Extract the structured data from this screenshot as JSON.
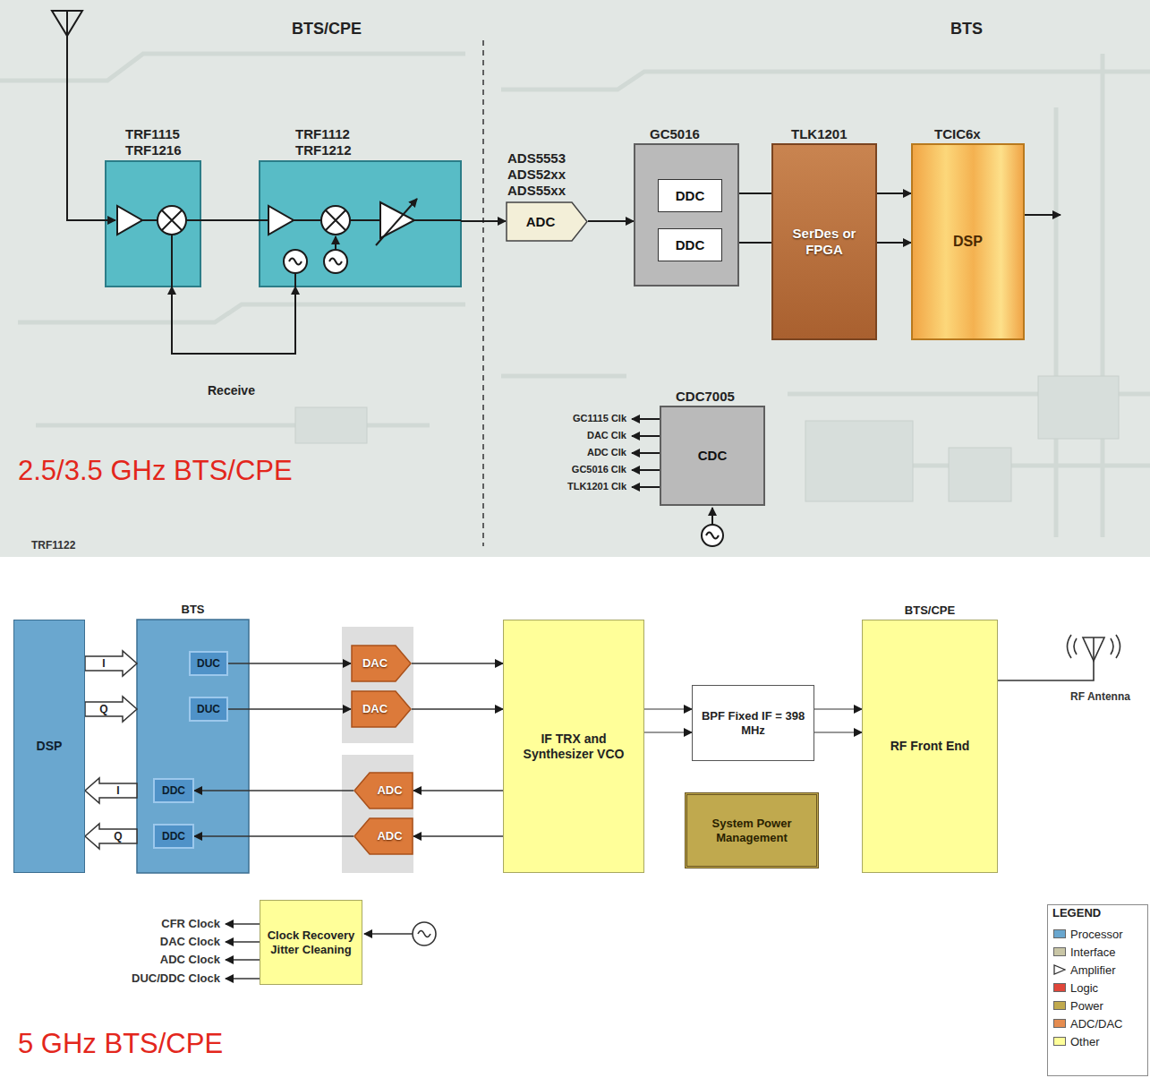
{
  "diagram": {
    "nodes": [
      {
        "text": [
          "TRF1115 TRF1216"
        ]
      },
      {
        "text": [
          "TRF1112 TRF1212"
        ]
      },
      {
        "text": [
          "ADS5553 ADS52xx ADS55xx",
          "ADC"
        ]
      },
      {
        "text": [
          "GC5016"
        ]
      },
      {
        "text": [
          "DDC"
        ],
        "in": 3
      },
      {
        "text": [
          "DDC"
        ],
        "in": 3
      },
      {
        "text": [
          "TLK1201",
          "SerDes or FPGA"
        ]
      },
      {
        "text": [
          "TCIC6x",
          "DSP"
        ]
      },
      {
        "text": [
          "CDC7005",
          "CDC"
        ]
      },
      {
        "text": [
          "DSP"
        ]
      },
      {
        "text": [
          "BTS"
        ]
      },
      {
        "text": [
          "DUC"
        ],
        "in": 10
      },
      {
        "text": [
          "DUC"
        ],
        "in": 10
      },
      {
        "text": [
          "DDC"
        ],
        "in": 10
      },
      {
        "text": [
          "DDC"
        ],
        "in": 10
      },
      {
        "text": [
          "DAC"
        ]
      },
      {
        "text": [
          "DAC"
        ]
      },
      {
        "text": [
          "ADC"
        ]
      },
      {
        "text": [
          "ADC"
        ]
      },
      {
        "text": [
          "IF TRX and Synthesizer VCO"
        ]
      },
      {
        "text": [
          "BPF Fixed IF = 398 MHz"
        ]
      },
      {
        "text": [
          "System Power Management"
        ]
      },
      {
        "text": [
          "BTS/CPE",
          "RF Front End"
        ]
      },
      {
        "text": [
          "Clock Recovery Jitter Cleaning"
        ]
      }
    ],
    "edges": [
      {
        "from": 0,
        "to": 1,
        "arrow": "none"
      },
      {
        "from": 1,
        "to": 0,
        "arrow": "both"
      },
      {
        "from": 1,
        "to": 2,
        "arrow": "to"
      },
      {
        "from": 2,
        "to": 3,
        "arrow": "to"
      },
      {
        "from": 4,
        "to": 6,
        "arrow": "none"
      },
      {
        "from": 5,
        "to": 6,
        "arrow": "none"
      },
      {
        "from": 6,
        "to": 7,
        "arrow": "to"
      },
      {
        "from": 6,
        "to": 7,
        "arrow": "to"
      },
      {
        "from": 9,
        "to": 10,
        "arrow": "to",
        "label": "I"
      },
      {
        "from": 9,
        "to": 10,
        "arrow": "to",
        "label": "Q"
      },
      {
        "from": 10,
        "to": 9,
        "arrow": "to",
        "label": "I"
      },
      {
        "from": 10,
        "to": 9,
        "arrow": "to",
        "label": "Q"
      },
      {
        "from": 11,
        "to": 15,
        "arrow": "to"
      },
      {
        "from": 12,
        "to": 16,
        "arrow": "to"
      },
      {
        "from": 15,
        "to": 19,
        "arrow": "to"
      },
      {
        "from": 16,
        "to": 19,
        "arrow": "to"
      },
      {
        "from": 19,
        "to": 17,
        "arrow": "to"
      },
      {
        "from": 19,
        "to": 18,
        "arrow": "to"
      },
      {
        "from": 17,
        "to": 13,
        "arrow": "to"
      },
      {
        "from": 18,
        "to": 14,
        "arrow": "to"
      },
      {
        "from": 19,
        "to": 20,
        "arrow": "to"
      },
      {
        "from": 19,
        "to": 20,
        "arrow": "to"
      },
      {
        "from": 20,
        "to": 22,
        "arrow": "to"
      },
      {
        "from": 20,
        "to": 22,
        "arrow": "to"
      }
    ],
    "labels": [
      "BTS/CPE",
      "BTS",
      "Receive",
      "GC1115 Clk",
      "DAC Clk",
      "ADC Clk",
      "GC5016 Clk",
      "TLK1201 Clk",
      "2.5/3.5 GHz BTS/CPE",
      "TRF1122",
      "RF Antenna",
      "CFR Clock",
      "DAC Clock",
      "ADC Clock",
      "DUC/DDC Clock",
      "5 GHz BTS/CPE",
      "LEGEND"
    ],
    "legend": [
      {
        "text": "Processor",
        "color": "#6aa7cf"
      },
      {
        "text": "Interface",
        "color": "#c9c6a6"
      },
      {
        "text": "Amplifier"
      },
      {
        "text": "Logic",
        "color": "#e0463a"
      },
      {
        "text": "Power",
        "color": "#c0a94e"
      },
      {
        "text": "ADC/DAC",
        "color": "#e58c50"
      },
      {
        "text": "Other",
        "color": "#ffff99"
      }
    ]
  }
}
